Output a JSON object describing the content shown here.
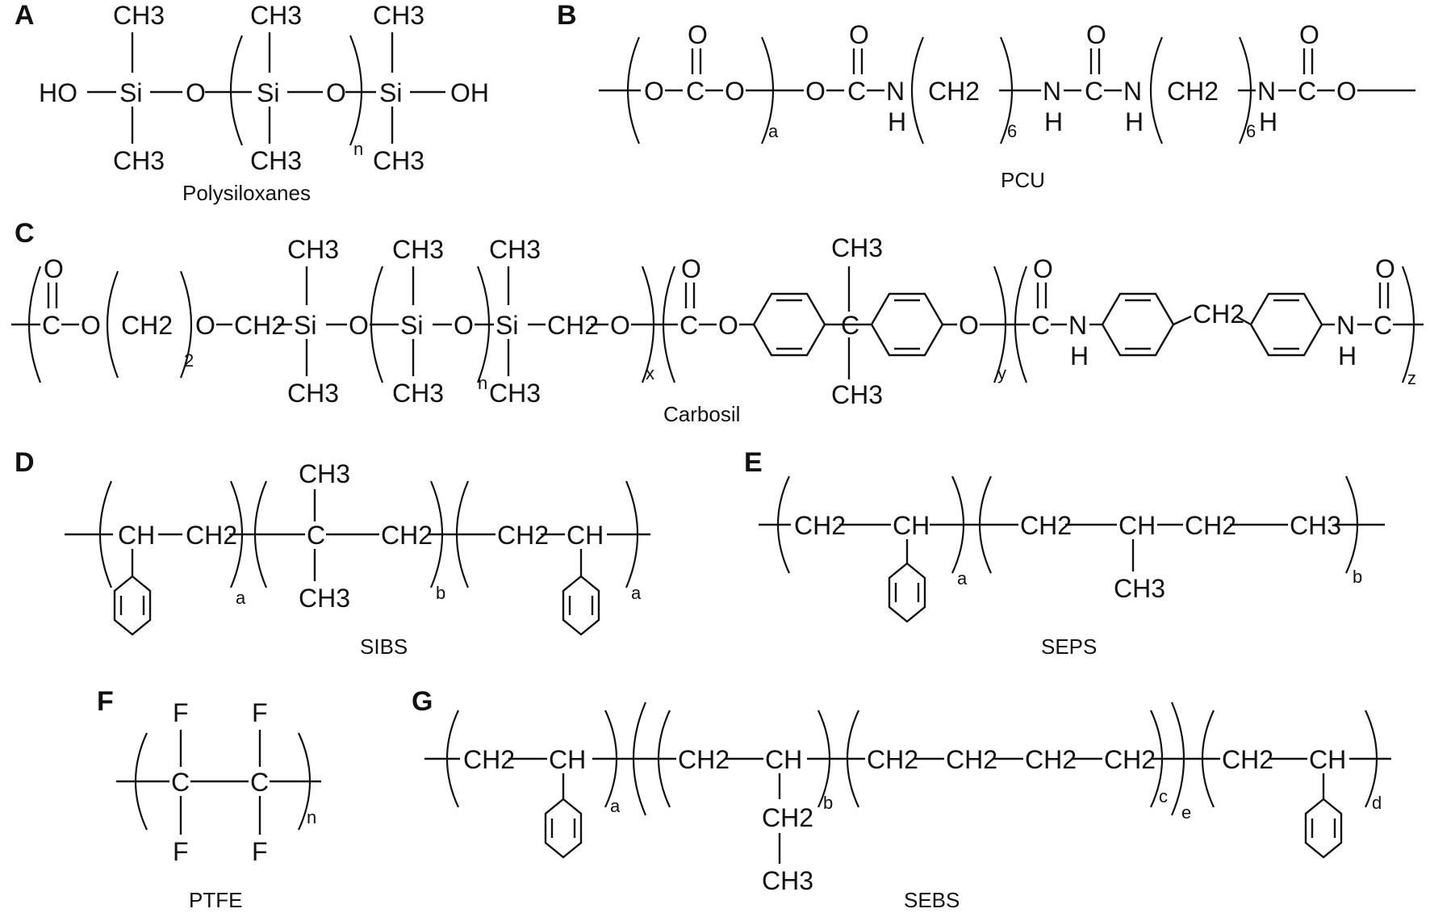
{
  "panels": [
    {
      "letter": "A",
      "name": "Polysiloxanes"
    },
    {
      "letter": "B",
      "name": "PCU"
    },
    {
      "letter": "C",
      "name": "Carbosil"
    },
    {
      "letter": "D",
      "name": "SIBS"
    },
    {
      "letter": "E",
      "name": "SEPS"
    },
    {
      "letter": "F",
      "name": "PTFE"
    },
    {
      "letter": "G",
      "name": "SEBS"
    }
  ],
  "atoms": {
    "ch3": "CH3",
    "si": "Si",
    "o": "O",
    "ho": "HO",
    "oh": "OH",
    "c": "C",
    "n": "N",
    "h": "H",
    "ch2": "CH2",
    "ch": "CH",
    "f": "F",
    "nh": "NH"
  },
  "subscripts": {
    "n": "n",
    "a": "a",
    "b": "b",
    "c": "c",
    "d": "d",
    "e": "e",
    "x": "x",
    "y": "y",
    "z": "z",
    "six": "6",
    "two": "2"
  }
}
